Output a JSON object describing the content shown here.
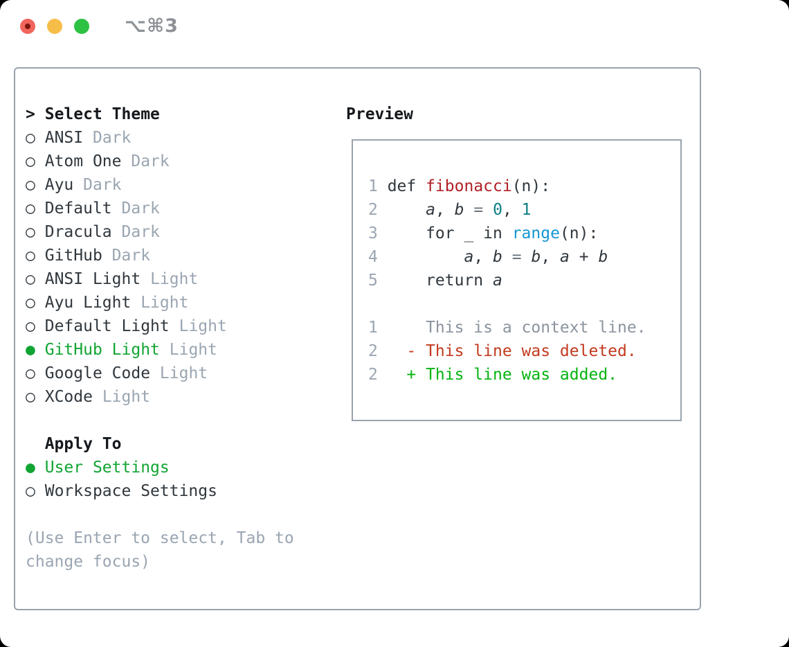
{
  "window": {
    "title": "⌥⌘3",
    "traffic_lights": [
      {
        "name": "close",
        "color": "#f2655c",
        "inner_dot": "#7c150d"
      },
      {
        "name": "minimize",
        "color": "#f7bd49",
        "inner_dot": null
      },
      {
        "name": "zoom",
        "color": "#2ec244",
        "inner_dot": null
      }
    ]
  },
  "theme_picker": {
    "pointer": ">",
    "title": "Select Theme",
    "bullet_unselected": "○",
    "bullet_selected": "●",
    "items": [
      {
        "name": "ANSI",
        "variant": "Dark",
        "selected": false
      },
      {
        "name": "Atom One",
        "variant": "Dark",
        "selected": false
      },
      {
        "name": "Ayu",
        "variant": "Dark",
        "selected": false
      },
      {
        "name": "Default",
        "variant": "Dark",
        "selected": false
      },
      {
        "name": "Dracula",
        "variant": "Dark",
        "selected": false
      },
      {
        "name": "GitHub",
        "variant": "Dark",
        "selected": false
      },
      {
        "name": "ANSI Light",
        "variant": "Light",
        "selected": false
      },
      {
        "name": "Ayu Light",
        "variant": "Light",
        "selected": false
      },
      {
        "name": "Default Light",
        "variant": "Light",
        "selected": false
      },
      {
        "name": "GitHub Light",
        "variant": "Light",
        "selected": true
      },
      {
        "name": "Google Code",
        "variant": "Light",
        "selected": false
      },
      {
        "name": "XCode",
        "variant": "Light",
        "selected": false
      }
    ],
    "apply_to": {
      "title": "Apply To",
      "options": [
        {
          "name": "User Settings",
          "selected": true
        },
        {
          "name": "Workspace Settings",
          "selected": false
        }
      ]
    },
    "hint": "(Use Enter to select, Tab to change focus)"
  },
  "preview": {
    "title": "Preview",
    "code_lines": [
      {
        "number": "1",
        "tokens": [
          [
            "def ",
            "code"
          ],
          [
            "fibonacci",
            "func"
          ],
          [
            "(n):",
            "code"
          ]
        ]
      },
      {
        "number": "2",
        "tokens": [
          [
            "    ",
            "code"
          ],
          [
            "a",
            "var"
          ],
          [
            ", ",
            "code"
          ],
          [
            "b",
            "var"
          ],
          [
            " ",
            "code"
          ],
          [
            "=",
            "op"
          ],
          [
            " ",
            "code"
          ],
          [
            "0",
            "num"
          ],
          [
            ", ",
            "code"
          ],
          [
            "1",
            "num"
          ]
        ]
      },
      {
        "number": "3",
        "tokens": [
          [
            "    for _ in ",
            "code"
          ],
          [
            "range",
            "builtin"
          ],
          [
            "(n):",
            "code"
          ]
        ]
      },
      {
        "number": "4",
        "tokens": [
          [
            "        ",
            "code"
          ],
          [
            "a",
            "var"
          ],
          [
            ", ",
            "code"
          ],
          [
            "b",
            "var"
          ],
          [
            " ",
            "code"
          ],
          [
            "=",
            "op"
          ],
          [
            " ",
            "code"
          ],
          [
            "b",
            "var"
          ],
          [
            ", ",
            "code"
          ],
          [
            "a",
            "var"
          ],
          [
            " + ",
            "code"
          ],
          [
            "b",
            "var"
          ]
        ]
      },
      {
        "number": "5",
        "tokens": [
          [
            "    return ",
            "code"
          ],
          [
            "a",
            "var"
          ]
        ]
      }
    ],
    "diff_lines": [
      {
        "number": "1",
        "tokens": [
          [
            "    This is a context line.",
            "context"
          ]
        ]
      },
      {
        "number": "2",
        "tokens": [
          [
            "  - This line was deleted.",
            "deleted"
          ]
        ]
      },
      {
        "number": "2",
        "tokens": [
          [
            "  + This line was added.",
            "added"
          ]
        ]
      }
    ]
  },
  "colors": {
    "window_background": "#ffffff",
    "page_background": "#000000",
    "panel_border": "#99a3ad",
    "text_dark": "#30373d",
    "header_text": "#15191d",
    "muted_gray": "#9aa5b1",
    "selected_green": "#12a433",
    "added_green": "#04b30f",
    "deleted_red": "#c33a1e",
    "function_red": "#b02025",
    "number_teal": "#0e7f84",
    "builtin_blue": "#1596d3",
    "context_gray": "#8b949e",
    "title_gray": "#8d9196"
  }
}
